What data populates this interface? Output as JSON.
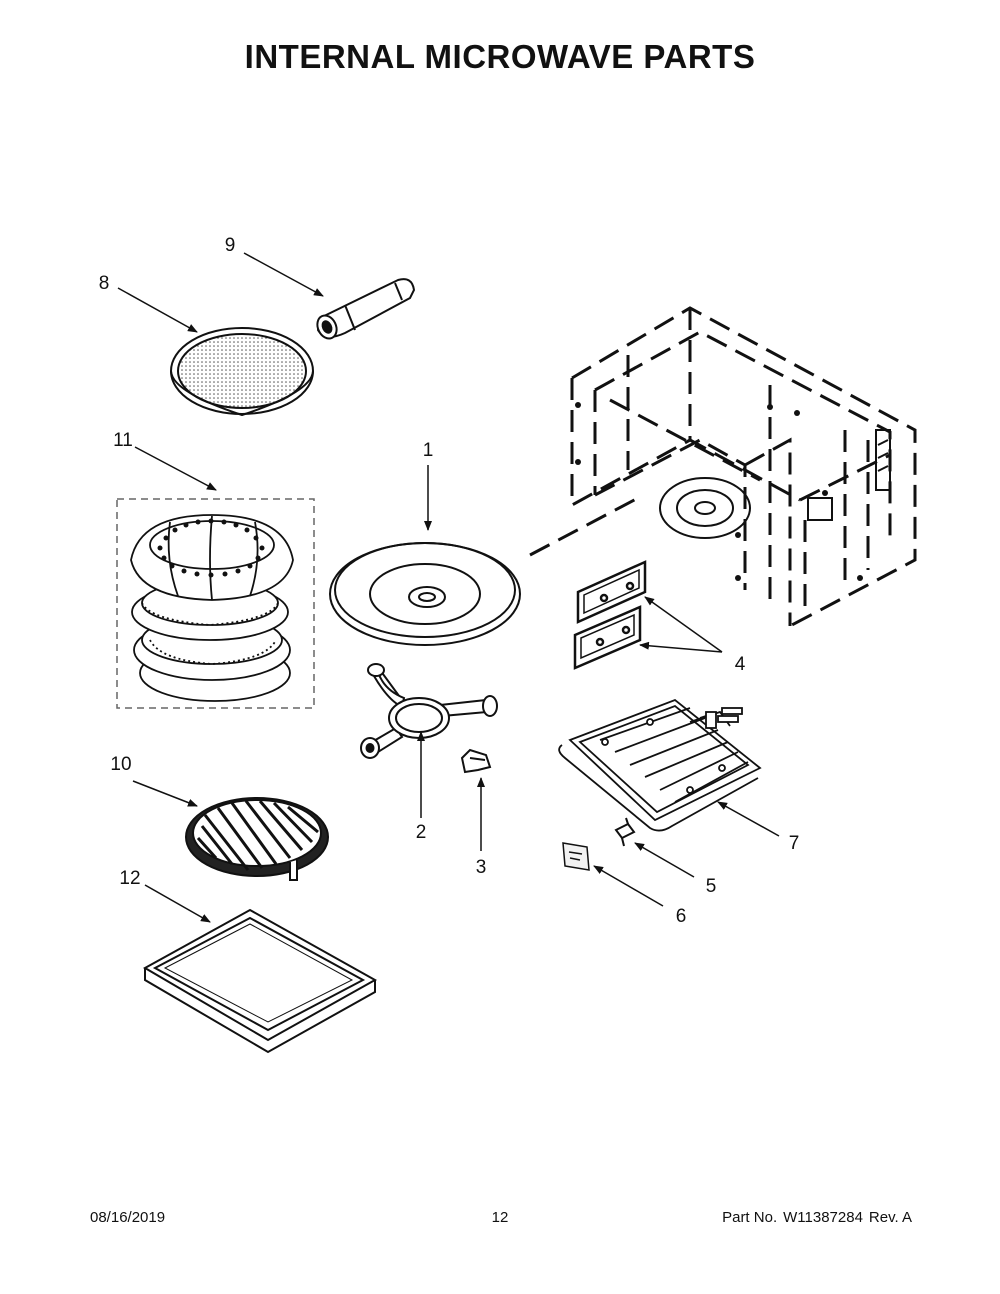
{
  "title": "INTERNAL MICROWAVE PARTS",
  "callouts": {
    "c1": "1",
    "c2": "2",
    "c3": "3",
    "c4": "4",
    "c5": "5",
    "c6": "6",
    "c7": "7",
    "c8": "8",
    "c9": "9",
    "c10": "10",
    "c11": "11",
    "c12": "12"
  },
  "footer": {
    "date": "08/16/2019",
    "page": "12",
    "part_label": "Part No.",
    "part_number": "W11387284",
    "rev": "Rev.  A"
  }
}
